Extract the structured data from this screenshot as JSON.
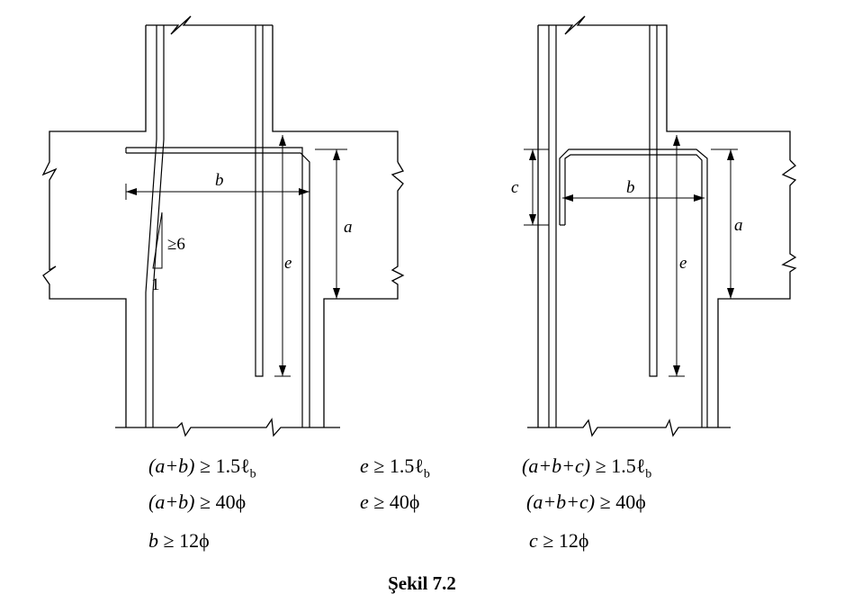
{
  "left_figure": {
    "labels": {
      "b": "b",
      "a": "a",
      "e": "e",
      "slope": "≥6",
      "slope_base": "1"
    },
    "formulas": [
      {
        "lhs": "(a+b)",
        "op": "≥",
        "rhs": "1.5ℓ",
        "sub": "b"
      },
      {
        "lhs": "(a+b)",
        "op": "≥",
        "rhs": "40ϕ",
        "sub": ""
      },
      {
        "lhs": "b",
        "op": "≥",
        "rhs": "12ϕ",
        "sub": ""
      }
    ],
    "e_formulas": [
      {
        "lhs": "e",
        "op": "≥",
        "rhs": "1.5ℓ",
        "sub": "b"
      },
      {
        "lhs": "e",
        "op": "≥",
        "rhs": "40ϕ",
        "sub": ""
      }
    ]
  },
  "right_figure": {
    "labels": {
      "c": "c",
      "b": "b",
      "a": "a",
      "e": "e"
    },
    "formulas": [
      {
        "lhs": "(a+b+c)",
        "op": "≥",
        "rhs": "1.5ℓ",
        "sub": "b"
      },
      {
        "lhs": "(a+b+c)",
        "op": "≥",
        "rhs": "40ϕ",
        "sub": ""
      },
      {
        "lhs": "c",
        "op": "≥",
        "rhs": "12ϕ",
        "sub": ""
      }
    ]
  },
  "caption": "Şekil 7.2"
}
